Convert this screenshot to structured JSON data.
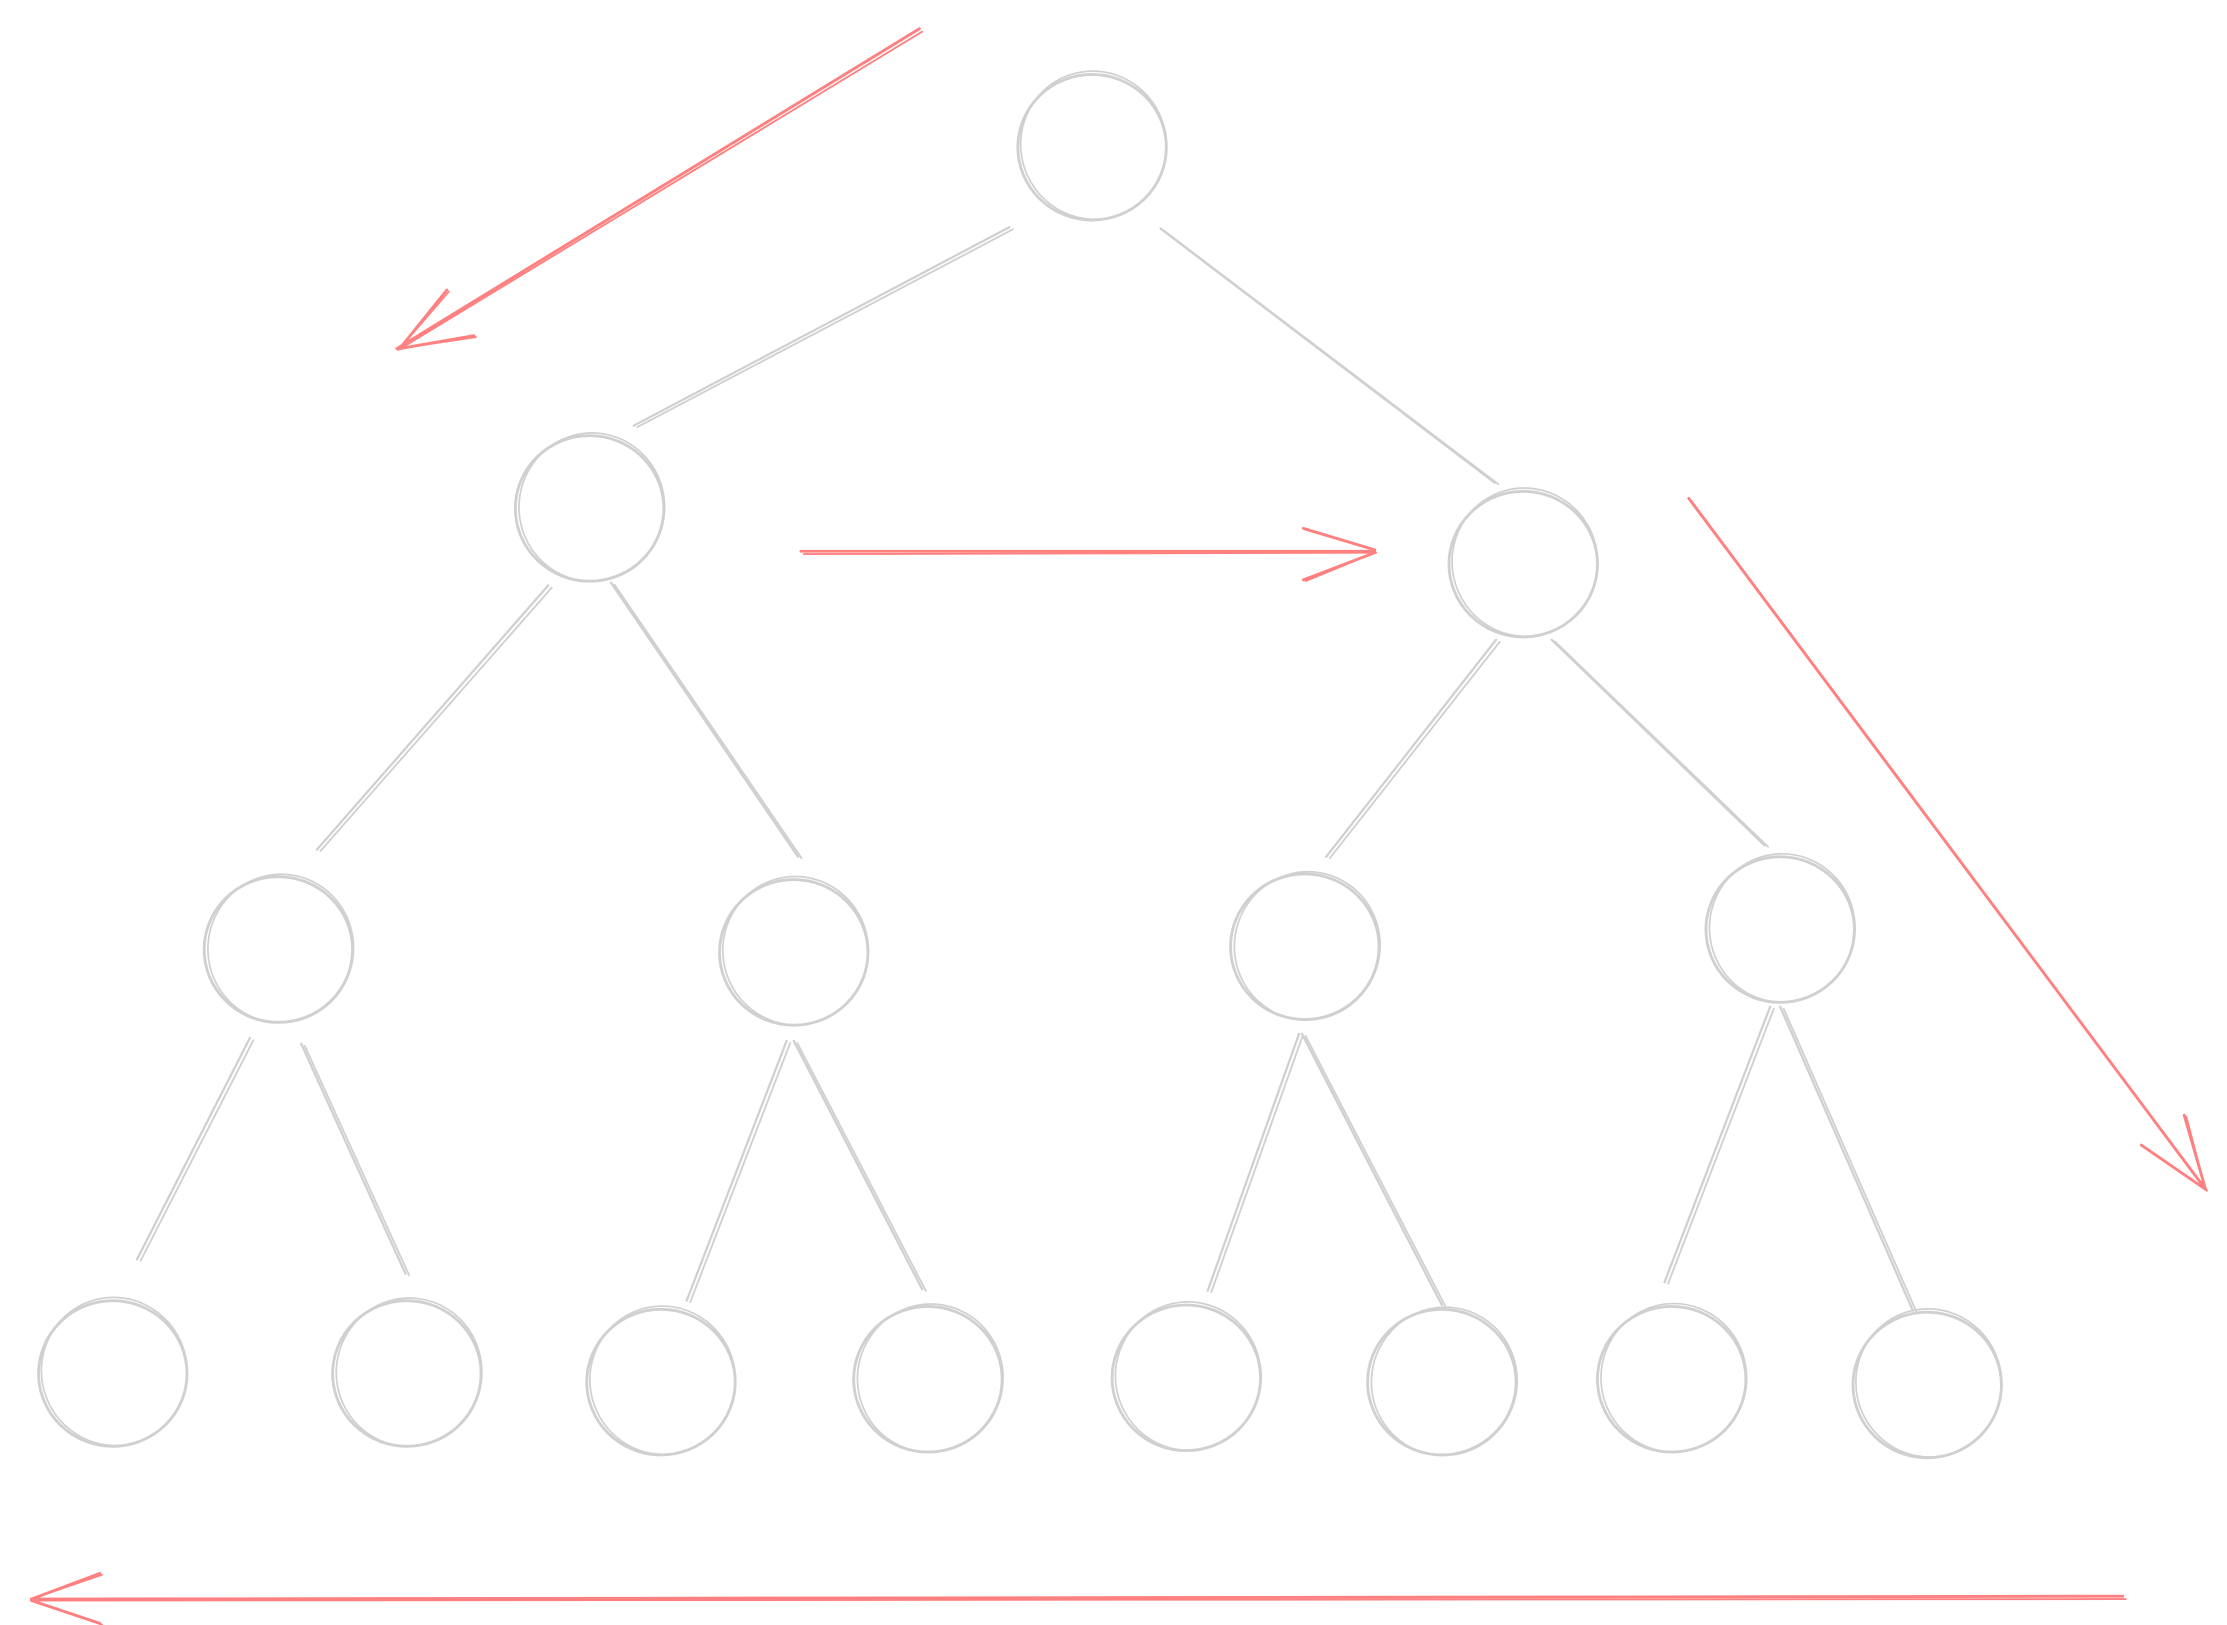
{
  "diagram": {
    "type": "binary-tree",
    "depth": 4,
    "node_count": 15,
    "traversal_arrows": [
      "down-left",
      "right",
      "down-right",
      "left"
    ],
    "colors": {
      "node_stroke": "#d0d0d0",
      "edge_stroke": "#d0d0d0",
      "arrow_stroke": "#ff8080",
      "background": "#ffffff"
    }
  }
}
